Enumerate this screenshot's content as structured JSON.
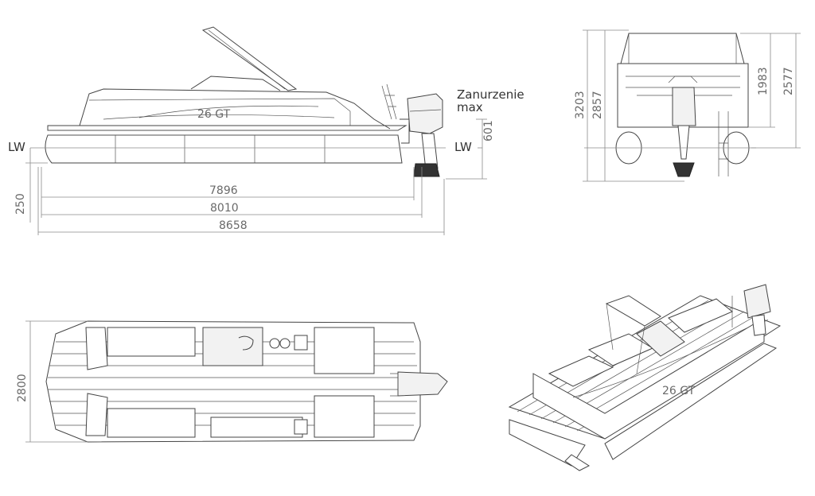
{
  "side_view": {
    "waterline_left": "LW",
    "waterline_right": "LW",
    "draft_label": "Zanurzenie",
    "draft_label_2": "max",
    "hull_model": "26 GT",
    "dim_length_1": "7896",
    "dim_length_2": "8010",
    "dim_length_3": "8658",
    "dim_draft_left": "250",
    "dim_draft_right": "601"
  },
  "front_view": {
    "dim_total_height": "3203",
    "dim_height_2": "2857",
    "dim_height_3": "1983",
    "dim_height_4": "2577"
  },
  "top_view": {
    "dim_beam": "2800"
  },
  "perspective_view": {
    "hull_model": "26 GT"
  }
}
